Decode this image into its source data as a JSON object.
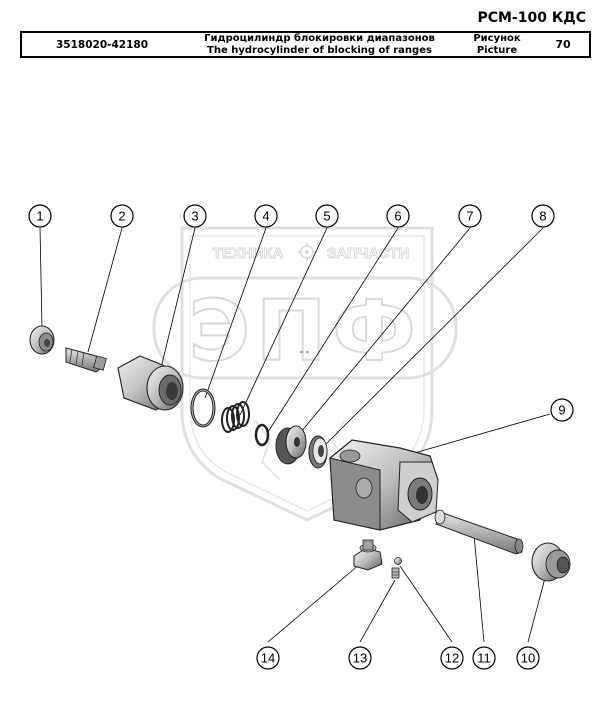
{
  "header": {
    "model": "РСМ-100 КДС",
    "part_number": "3518020-42180",
    "title_ru": "Гидроцилиндр блокировки диапазонов",
    "title_en": "The hydrocylinder of blocking of ranges",
    "picture_label_ru": "Рисунок",
    "picture_label_en": "Picture",
    "picture_number": "70"
  },
  "watermark": {
    "text_left": "ТЕХНИКА",
    "text_right": "ЗАПЧАСТИ",
    "logo_letters": "ЭПФ",
    "icon": "gear-icon"
  },
  "callouts": [
    "1",
    "2",
    "3",
    "4",
    "5",
    "6",
    "7",
    "8",
    "9",
    "10",
    "11",
    "12",
    "13",
    "14"
  ],
  "colors": {
    "part_fill": "#d4d4d4",
    "part_dark": "#6e6e6e",
    "watermark": "#c8c8c8"
  }
}
